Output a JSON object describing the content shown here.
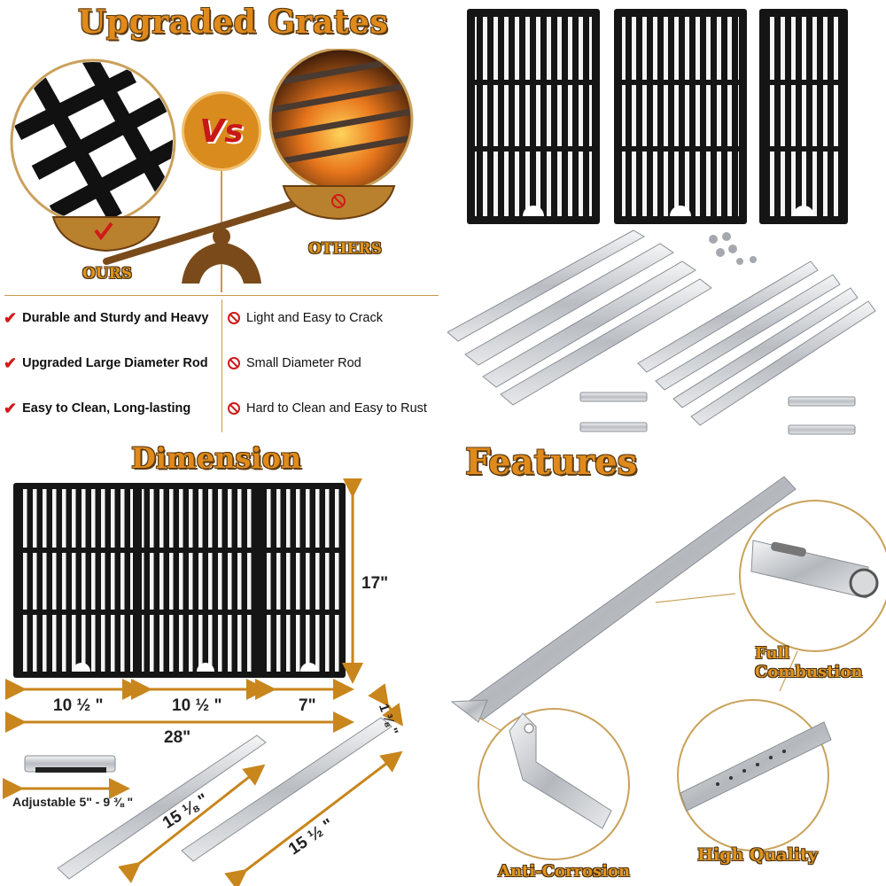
{
  "upgraded_grates": {
    "title": "Upgraded Grates",
    "vs_label": "Vs",
    "ours_label": "OURS",
    "others_label": "OTHERS"
  },
  "comparison": {
    "ours": [
      "Durable and Sturdy and Heavy",
      "Upgraded Large Diameter Rod",
      "Easy to Clean, Long-lasting"
    ],
    "others": [
      "Light and Easy to Crack",
      "Small Diameter Rod",
      "Hard to Clean and Easy to Rust"
    ]
  },
  "dimension": {
    "title": "Dimension",
    "height": "17\"",
    "width_1": "10 ½ \"",
    "width_2": "10 ½ \"",
    "width_3": "7\"",
    "total_width": "28\"",
    "heat_plate_width": "1 ⅜ \"",
    "burner_length": "15 ⅛ \"",
    "heat_plate_length": "15 ½ \"",
    "adjustable": "Adjustable 5\" - 9 ⅜ \""
  },
  "features": {
    "title": "Features",
    "full_combustion": "Full Combustion",
    "anti_corrosion": "Anti-Corrosion",
    "high_quality": "High Quality"
  },
  "colors": {
    "accent_orange": "#e08a1c",
    "check_red": "#d01a1a",
    "grate_black": "#151515",
    "steel": "#c8ccd0"
  }
}
